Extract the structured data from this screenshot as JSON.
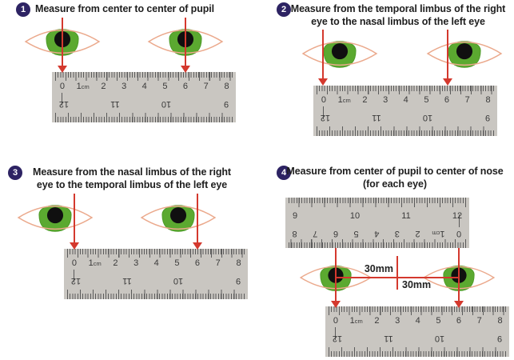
{
  "panels": [
    {
      "badge": "1",
      "title_lines": [
        "Measure from center to center of pupil"
      ]
    },
    {
      "badge": "2",
      "title_lines": [
        "Measure from the temporal limbus of the right",
        "eye to the nasal limbus of the left eye"
      ]
    },
    {
      "badge": "3",
      "title_lines": [
        "Measure from the nasal limbus of the right",
        "eye to the temporal limbus of the left eye"
      ]
    },
    {
      "badge": "4",
      "title_lines": [
        "Measure from center of pupil to center of nose",
        "(for each eye)"
      ]
    }
  ],
  "ruler": {
    "top_numbers": [
      {
        "t": "0",
        "x": 5.65
      },
      {
        "t": "1",
        "u": "cm",
        "x": 16.8
      },
      {
        "t": "2",
        "x": 28.0
      },
      {
        "t": "3",
        "x": 39.2
      },
      {
        "t": "4",
        "x": 50.3
      },
      {
        "t": "5",
        "x": 61.5
      },
      {
        "t": "6",
        "x": 72.6
      },
      {
        "t": "7",
        "x": 83.8
      },
      {
        "t": "8",
        "x": 95.0
      }
    ],
    "bottom_numbers": [
      {
        "t": "12",
        "x": 6.5
      },
      {
        "t": "11",
        "x": 34.3
      },
      {
        "t": "10",
        "x": 62.2
      },
      {
        "t": "9",
        "x": 94.8
      }
    ]
  },
  "panel4": {
    "left_distance_label": "30mm",
    "right_distance_label": "30mm"
  },
  "colors": {
    "red": "#d4392e",
    "iris": "#5ba930",
    "iris_edge": "#4c9a27",
    "pupil": "#101010",
    "lid": "#eba98c",
    "badge": "#2d2363",
    "ruler": "#c9c6c1",
    "tick": "#5a5a5a",
    "ink": "#1e1e1e"
  }
}
